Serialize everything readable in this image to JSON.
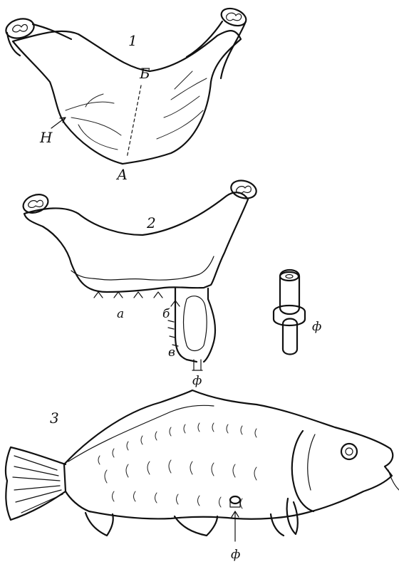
{
  "figure": {
    "panel_numbers": [
      "1",
      "2",
      "3"
    ],
    "panel1": {
      "label_b": "Б",
      "label_a": "А",
      "label_n": "Н"
    },
    "panel2": {
      "label_a": "а",
      "label_b": "б",
      "label_v": "в",
      "label_f": "ф",
      "fitting_label": "ф"
    },
    "panel3": {
      "label_f": "ф"
    }
  },
  "colors": {
    "ink": "#111111",
    "paper": "#ffffff"
  }
}
